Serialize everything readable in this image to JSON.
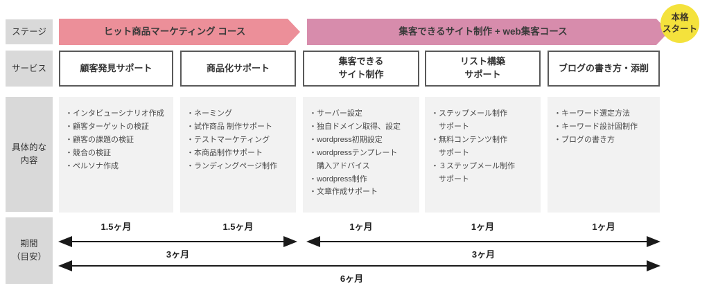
{
  "row_labels": {
    "stage": "ステージ",
    "service": "サービス",
    "content": "具体的な\n内容",
    "period": "期間\n（目安）"
  },
  "stages": [
    {
      "label": "ヒット商品マーケティング コース",
      "color": "#EC8F99"
    },
    {
      "label": "集客できるサイト制作 + web集客コース",
      "color": "#D78CAC"
    }
  ],
  "goal_badge": {
    "label": "本格\nスタート",
    "color": "#F4E23C"
  },
  "columns": [
    {
      "service": "顧客発見サポート",
      "items": [
        "・インタビューシナリオ作成",
        "・顧客ターゲットの検証",
        "・顧客の課題の検証",
        "・競合の検証",
        "・ペルソナ作成"
      ],
      "duration": "1.5ヶ月"
    },
    {
      "service": "商品化サポート",
      "items": [
        "・ネーミング",
        "・試作商品 制作サポート",
        "・テストマーケティング",
        "・本商品制作サポート",
        "・ランディングページ制作"
      ],
      "duration": "1.5ヶ月"
    },
    {
      "service": "集客できる\nサイト制作",
      "items": [
        "・サーバー設定",
        "・独自ドメイン取得、設定",
        "・wordpress初期設定",
        "・wordpressテンプレート\n購入アドバイス",
        "・wordpress制作",
        "・文章作成サポート"
      ],
      "duration": "1ヶ月"
    },
    {
      "service": "リスト構築\nサポート",
      "items": [
        "・ステップメール制作\nサポート",
        "・無料コンテンツ制作\nサポート",
        "・３ステップメール制作\nサポート"
      ],
      "duration": "1ヶ月"
    },
    {
      "service": "ブログの書き方・添削",
      "items": [
        "・キーワード選定方法",
        "・キーワード設計図制作",
        "・ブログの書き方"
      ],
      "duration": "1ヶ月"
    }
  ],
  "period": {
    "phase1_total": "3ヶ月",
    "phase2_total": "3ヶ月",
    "grand_total": "6ヶ月"
  },
  "line_color": "#1a1a1a"
}
